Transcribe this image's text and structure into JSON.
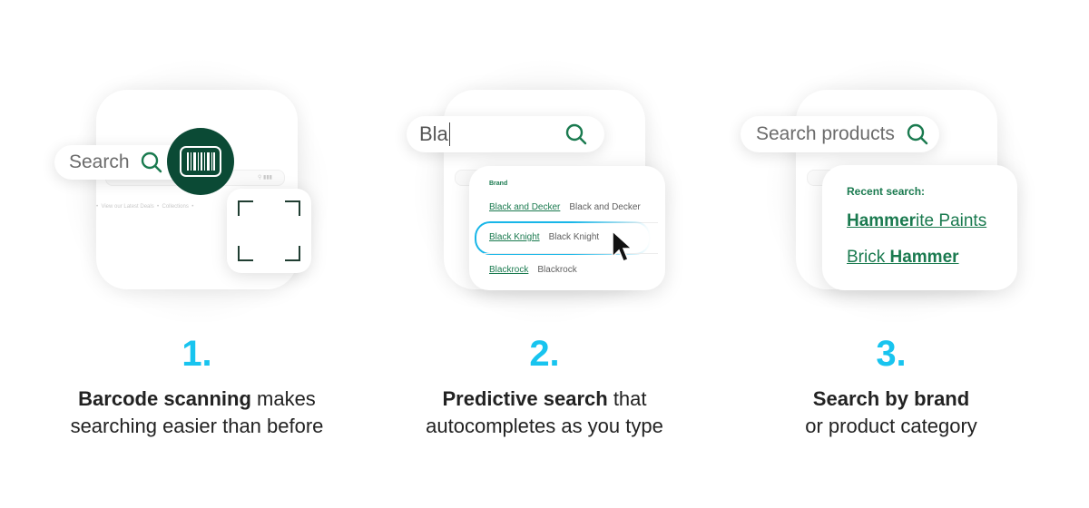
{
  "colors": {
    "brand_green": "#0b4a35",
    "link_green": "#1a7a4f",
    "accent_cyan": "#18c4ef"
  },
  "panel1": {
    "search_label": "Search",
    "search_icon": "search-icon",
    "barcode_icon": "barcode-icon",
    "scan_icon": "scan-frame-icon",
    "ghost_nav": [
      "View our Latest Deals",
      "Collections"
    ],
    "step": "1.",
    "caption_bold": "Barcode scanning",
    "caption_rest": " makes",
    "caption_line2": "searching easier than before"
  },
  "panel2": {
    "query": "Bla",
    "search_icon": "search-icon",
    "dropdown_heading": "Brand",
    "suggestions": [
      {
        "brand": "Black and Decker",
        "plain": "Black and Decker"
      },
      {
        "brand": "Black Knight",
        "plain": "Black Knight"
      },
      {
        "brand": "Blackrock",
        "plain": "Blackrock"
      }
    ],
    "step": "2.",
    "caption_bold": "Predictive search",
    "caption_rest": " that",
    "caption_line2": "autocompletes as you type"
  },
  "panel3": {
    "placeholder": "Search products",
    "search_icon": "search-icon",
    "recent_heading": "Recent search:",
    "recent_1_bold": "Hammer",
    "recent_1_rest": "ite Paints",
    "recent_2_pre": "Brick ",
    "recent_2_bold": "Hammer",
    "step": "3.",
    "caption_bold": "Search by brand",
    "caption_line2": "or product category"
  }
}
